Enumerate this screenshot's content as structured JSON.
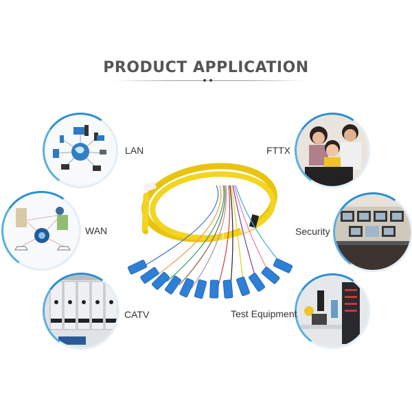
{
  "header": {
    "title": "PRODUCT APPLICATION"
  },
  "product": {
    "name": "fiber-pigtail-bundle",
    "connector_count": 12,
    "jacket_color": "#f2d21a",
    "connector_color": "#2e7fd6"
  },
  "applications": [
    {
      "label": "LAN",
      "icon": "network-icon"
    },
    {
      "label": "WAN",
      "icon": "wan-topology-icon"
    },
    {
      "label": "CATV",
      "icon": "catv-rack-icon"
    },
    {
      "label": "FTTX",
      "icon": "family-computer-photo"
    },
    {
      "label": "Security",
      "icon": "security-monitors-photo"
    },
    {
      "label": "Test Equipment",
      "icon": "test-lab-photo"
    }
  ],
  "colors": {
    "accent": "#2a8fd4",
    "title": "#555555",
    "text": "#333333"
  }
}
